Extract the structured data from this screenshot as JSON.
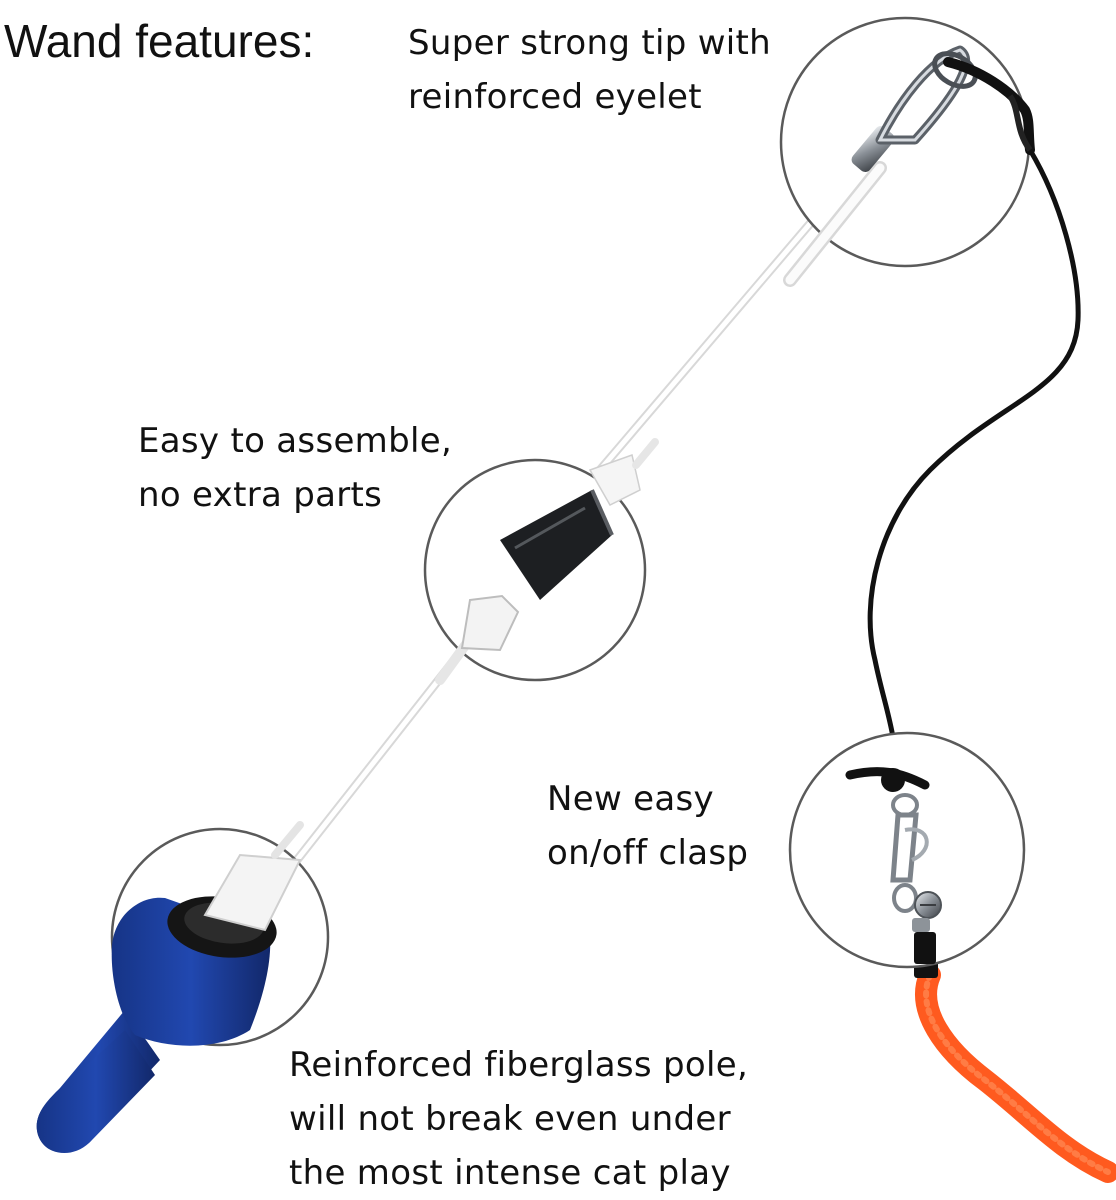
{
  "title": "Wand features:",
  "features": [
    {
      "id": "tip",
      "lines": [
        "Super strong tip with",
        "reinforced eyelet"
      ]
    },
    {
      "id": "assemble",
      "lines": [
        "Easy to assemble,",
        "no extra parts"
      ]
    },
    {
      "id": "clasp",
      "lines": [
        "New easy",
        "on/off clasp"
      ]
    },
    {
      "id": "pole",
      "lines": [
        "Reinforced fiberglass pole,",
        "will not break even under",
        "the most intense cat play"
      ]
    }
  ],
  "icons": [
    "wand-handle-icon",
    "fiberglass-pole-icon",
    "eyelet-tip-icon",
    "connector-icon",
    "string-icon",
    "clasp-icon",
    "bell-icon",
    "worm-lure-icon"
  ],
  "colors": {
    "handle": "#1b3f9c",
    "pole": "#f4f4f4",
    "string": "#111111",
    "lure": "#ff5a1f",
    "metal": "#b9bec4"
  }
}
